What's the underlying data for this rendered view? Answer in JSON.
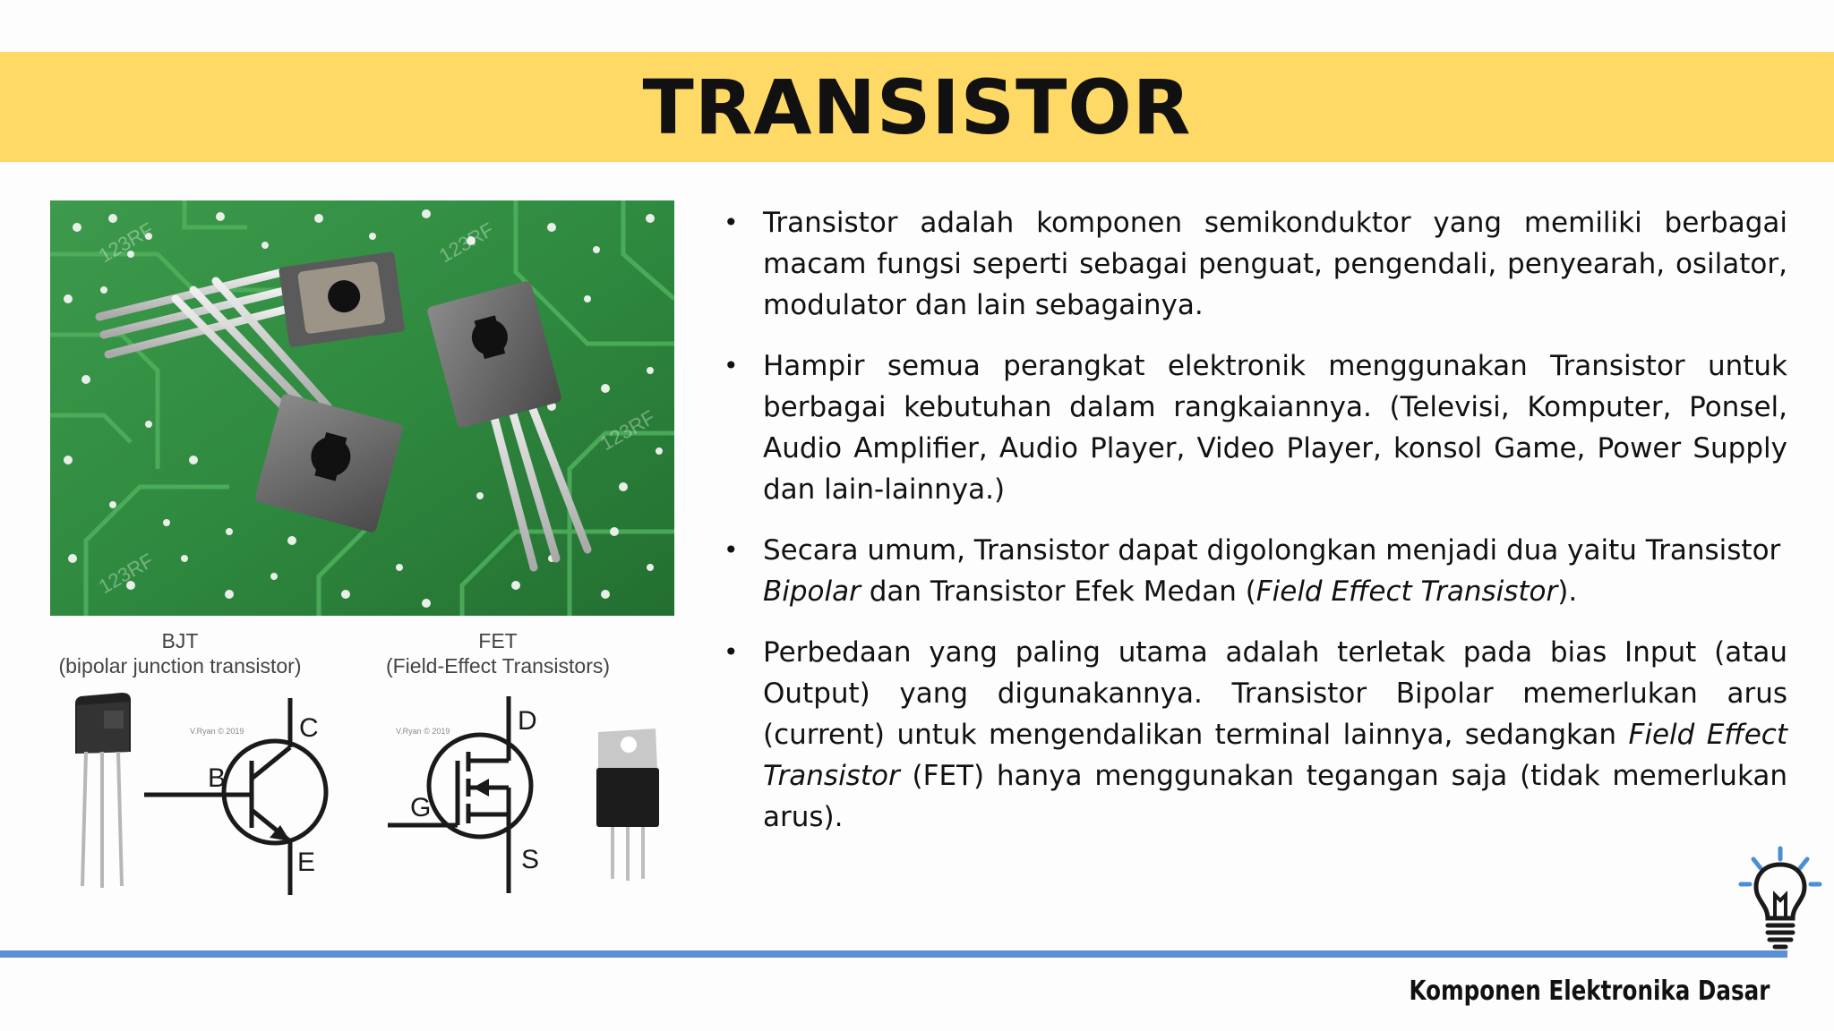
{
  "slide": {
    "title": "TRANSISTOR",
    "footer": "Komponen Elektronika Dasar"
  },
  "figure": {
    "bjt_label": "BJT",
    "bjt_desc": "(bipolar junction transistor)",
    "fet_label": "FET",
    "fet_desc": "(Field-Effect Transistors)",
    "bjt_pins": {
      "b": "B",
      "c": "C",
      "e": "E"
    },
    "fet_pins": {
      "g": "G",
      "d": "D",
      "s": "S"
    },
    "credit": "V.Ryan © 2019",
    "watermark": "123RF"
  },
  "bullets": [
    {
      "text": "Transistor adalah komponen semikonduktor yang memiliki berbagai macam fungsi seperti sebagai penguat, pengendali, penyearah, osilator, modulator dan lain sebagainya."
    },
    {
      "text": "Hampir semua perangkat elektronik menggunakan Transistor untuk berbagai kebutuhan dalam rangkaiannya. (Televisi, Komputer, Ponsel, Audio Amplifier, Audio Player, Video Player, konsol Game, Power Supply dan lain-lainnya.)"
    },
    {
      "part1": "Secara umum, Transistor dapat digolongkan menjadi dua yaitu Transistor ",
      "part2": "Bipolar",
      "part3": " dan Transistor Efek Medan (",
      "part4": "Field Effect Transistor",
      "part5": ")."
    },
    {
      "part1": "Perbedaan yang paling utama adalah terletak pada bias Input (atau Output) yang digunakannya. Transistor Bipolar memerlukan arus (current) untuk mengendalikan terminal lainnya, sedangkan ",
      "part2": "Field Effect Transistor",
      "part3": " (FET) hanya menggunakan tegangan saja (tidak memerlukan arus)."
    }
  ],
  "colors": {
    "banner": "#ffd966",
    "rule": "#5b8fd6",
    "pcb": "#2e8b3e"
  }
}
